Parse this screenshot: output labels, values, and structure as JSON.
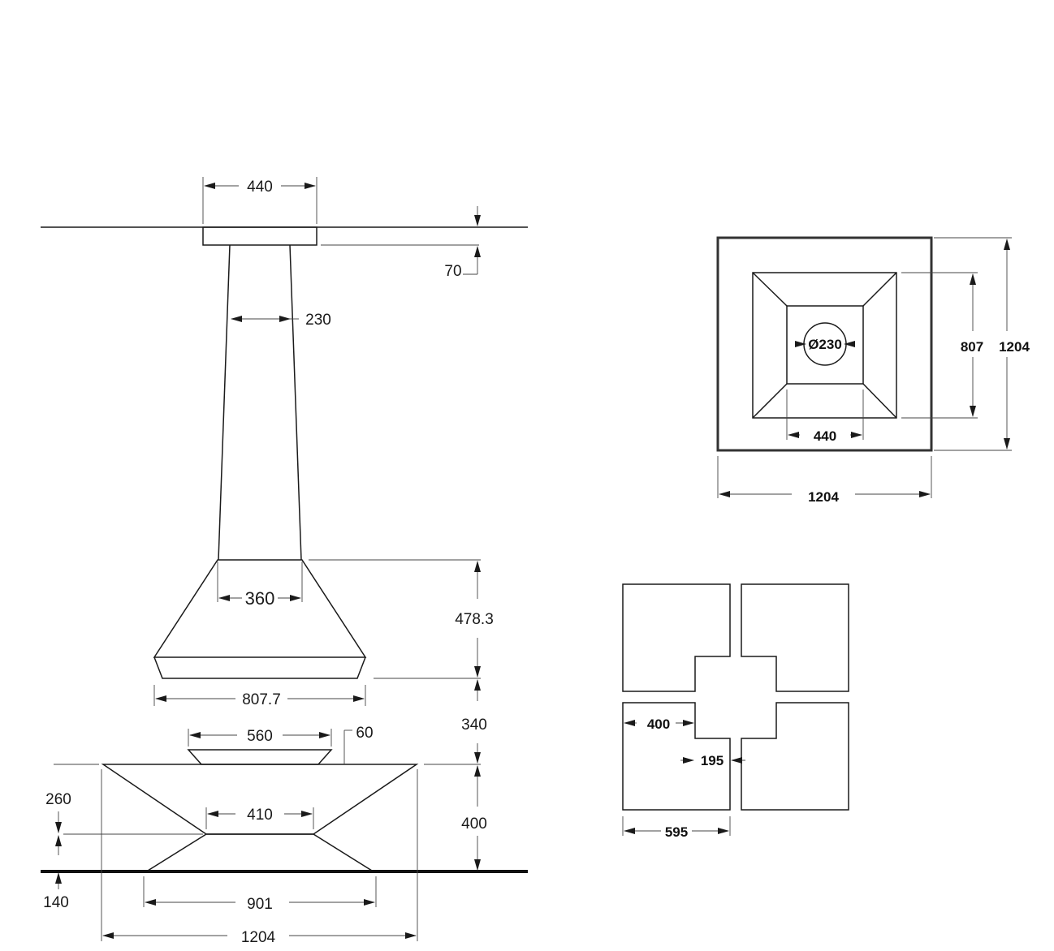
{
  "elevation": {
    "collar_width": "440",
    "collar_height": "70",
    "flue_diameter": "230",
    "hood_top_width": "360",
    "hood_height": "478.3",
    "hood_bottom_width": "807.7",
    "gap_height": "340",
    "fire_bowl_width": "560",
    "fire_bowl_height": "60",
    "waist_width": "410",
    "upper_body_height": "260",
    "body_height": "400",
    "base_width": "901",
    "base_height": "140",
    "overall_width": "1204"
  },
  "top_view": {
    "flue_label": "Ø230",
    "inner_square": "440",
    "hood_square": "807",
    "overall_height": "1204",
    "overall_width": "1204"
  },
  "floor_plates": {
    "plate_width": "595",
    "notch_width": "400",
    "center_opening": "195"
  }
}
